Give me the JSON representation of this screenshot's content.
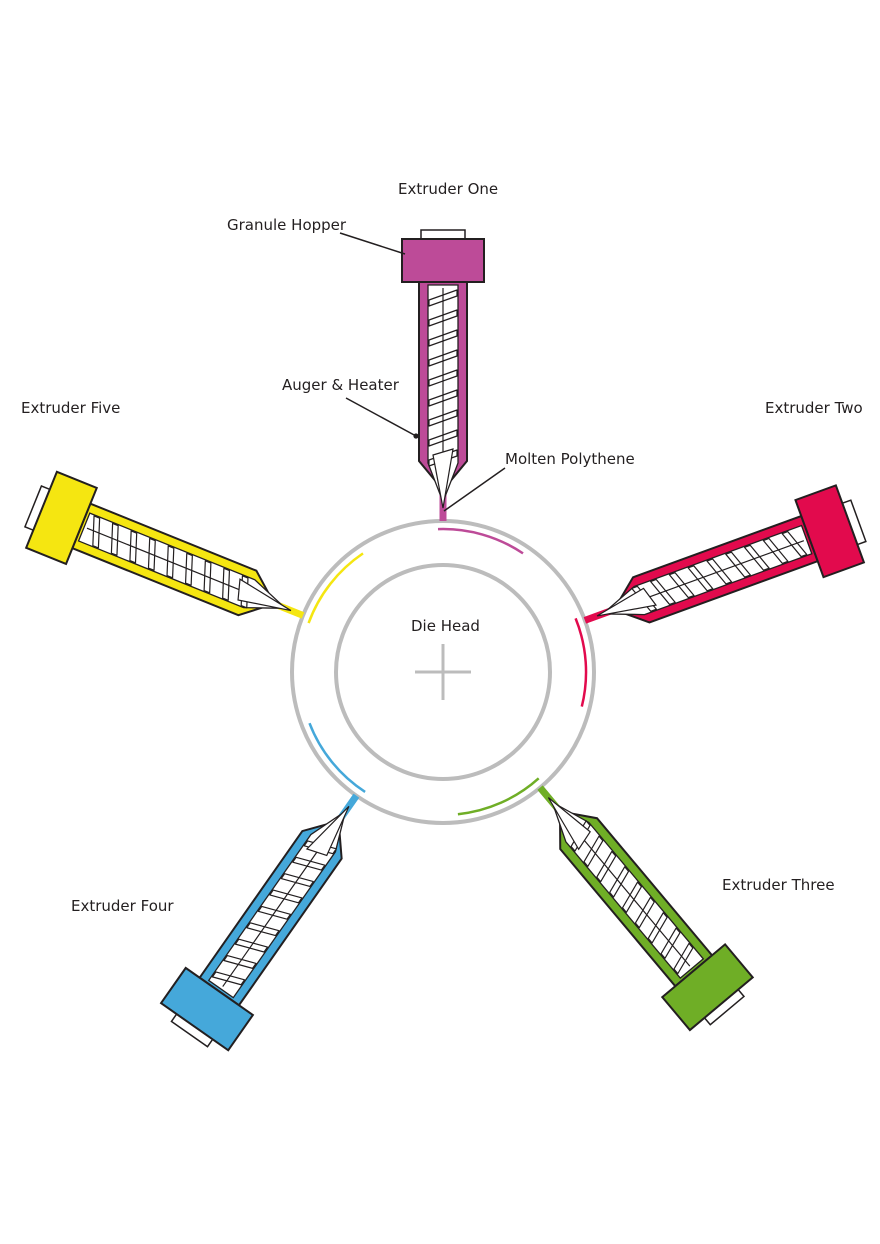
{
  "labels": {
    "extruder_one": "Extruder One",
    "extruder_two": "Extruder Two",
    "extruder_three": "Extruder Three",
    "extruder_four": "Extruder Four",
    "extruder_five": "Extruder Five",
    "granule_hopper": "Granule Hopper",
    "auger_heater": "Auger & Heater",
    "molten_polythene": "Molten Polythene",
    "die_head": "Die Head"
  },
  "extruders": [
    {
      "name": "extruder-one",
      "color": "#bd4b98",
      "angle_deg": 0
    },
    {
      "name": "extruder-two",
      "color": "#e20a4d",
      "angle_deg": 70
    },
    {
      "name": "extruder-three",
      "color": "#6fae26",
      "angle_deg": 140
    },
    {
      "name": "extruder-four",
      "color": "#45a8da",
      "angle_deg": 215
    },
    {
      "name": "extruder-five",
      "color": "#f5e611",
      "angle_deg": 292
    }
  ],
  "colors": {
    "ring": "#bcbcbc",
    "outline": "#231f20",
    "auger_fill": "#ffffff",
    "background": "#ffffff"
  }
}
